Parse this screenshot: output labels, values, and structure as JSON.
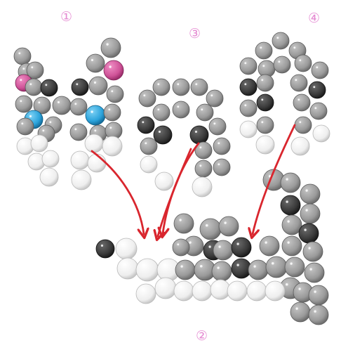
{
  "labels": {
    "step1": "①",
    "step2": "②",
    "step3": "③",
    "step4": "④"
  },
  "colors": {
    "label": "#e58ad2",
    "arrow": "#d9262e",
    "bead_white": "#f4f4f4",
    "bead_light_gray": "#9e9e9e",
    "bead_gray": "#8a8a8a",
    "bead_dark": "#3c3c3c",
    "bead_pink": "#d45aa0",
    "bead_blue": "#2fa6dc"
  },
  "icons": {
    "arrow": "curved-arrow-icon",
    "bead": "round-bead-icon"
  }
}
